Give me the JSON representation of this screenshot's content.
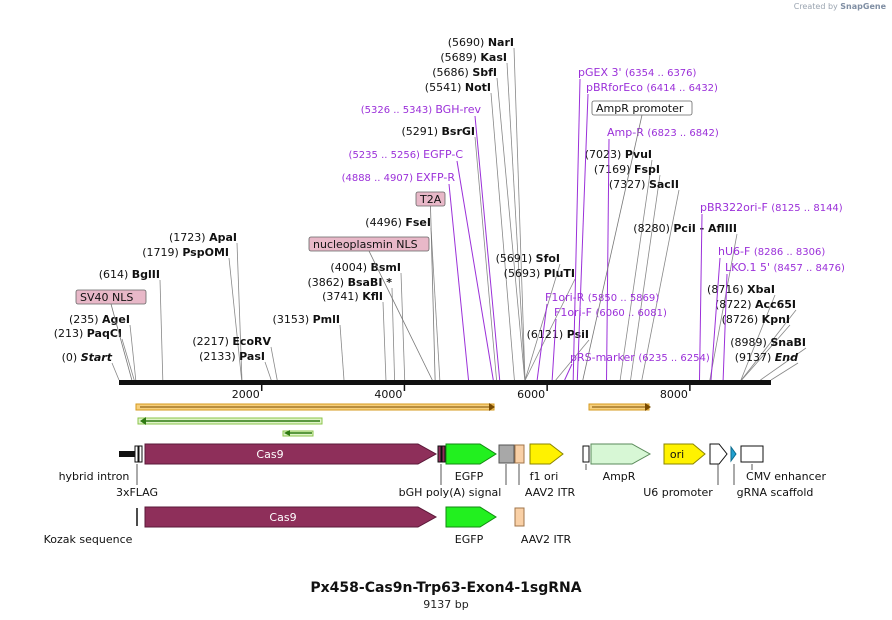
{
  "watermark": {
    "created_by": "Created by",
    "brand": "SnapGene"
  },
  "plasmid": {
    "name": "Px458-Cas9n-Trp63-Exon4-1sgRNA",
    "length_label": "9137 bp",
    "length": 9137
  },
  "colors": {
    "black": "#111111",
    "purple": "#9b30d9",
    "cas9": "#8e2f5a",
    "egfp": "#22f01f",
    "ori": "#fff200",
    "ampr": "#d7f7d5",
    "itr": "#f9d0a6",
    "gray": "#a8a8a8",
    "primer_orange": "#f0b030",
    "primer_green": "#2e8b1e",
    "teal": "#20a0d0"
  },
  "ruler": {
    "ticks": [
      2000,
      4000,
      6000,
      8000
    ]
  },
  "sites": [
    {
      "pos": "(0)",
      "name": "Start",
      "bp": 0,
      "italic": true
    },
    {
      "pos": "(213)",
      "name": "PaqCI",
      "bp": 213
    },
    {
      "pos": "(235)",
      "name": "AgeI",
      "bp": 235
    },
    {
      "pos": "(614)",
      "name": "BglII",
      "bp": 614
    },
    {
      "pos": "(1719)",
      "name": "PspOMI",
      "bp": 1719
    },
    {
      "pos": "(1723)",
      "name": "ApaI",
      "bp": 1723
    },
    {
      "pos": "(2133)",
      "name": "PasI",
      "bp": 2133
    },
    {
      "pos": "(2217)",
      "name": "EcoRV",
      "bp": 2217
    },
    {
      "pos": "(3153)",
      "name": "PmlI",
      "bp": 3153
    },
    {
      "pos": "(3741)",
      "name": "KflI",
      "bp": 3741
    },
    {
      "pos": "(3862)",
      "name": "BsaBI *",
      "bp": 3862
    },
    {
      "pos": "(4004)",
      "name": "BsmI",
      "bp": 4004
    },
    {
      "pos": "(4496)",
      "name": "FseI",
      "bp": 4496
    },
    {
      "pos": "(5291)",
      "name": "BsrGI",
      "bp": 5291
    },
    {
      "pos": "(5541)",
      "name": "NotI",
      "bp": 5541
    },
    {
      "pos": "(5686)",
      "name": "SbfI",
      "bp": 5686
    },
    {
      "pos": "(5689)",
      "name": "KasI",
      "bp": 5689
    },
    {
      "pos": "(5690)",
      "name": "NarI",
      "bp": 5690
    },
    {
      "pos": "(5691)",
      "name": "SfoI",
      "bp": 5691
    },
    {
      "pos": "(5693)",
      "name": "PluTI",
      "bp": 5693
    },
    {
      "pos": "(6121)",
      "name": "PsiI",
      "bp": 6121
    },
    {
      "pos": "(7023)",
      "name": "PvuI",
      "bp": 7023
    },
    {
      "pos": "(7169)",
      "name": "FspI",
      "bp": 7169
    },
    {
      "pos": "(7327)",
      "name": "SacII",
      "bp": 7327
    },
    {
      "pos": "(8280)",
      "name": "PciI - AflIII",
      "bp": 8280
    },
    {
      "pos": "(8716)",
      "name": "XbaI",
      "bp": 8716
    },
    {
      "pos": "(8722)",
      "name": "Acc65I",
      "bp": 8722
    },
    {
      "pos": "(8726)",
      "name": "KpnI",
      "bp": 8726
    },
    {
      "pos": "(8989)",
      "name": "SnaBI",
      "bp": 8989
    },
    {
      "pos": "(9137)",
      "name": "End",
      "bp": 9137,
      "italic": true
    }
  ],
  "primers": [
    {
      "name": "BGH-rev",
      "range": "(5326 .. 5343)",
      "bp": 5335
    },
    {
      "name": "EGFP-C",
      "range": "(5235 .. 5256)",
      "bp": 5245
    },
    {
      "name": "EXFP-R",
      "range": "(4888 .. 4907)",
      "bp": 4898
    },
    {
      "name": "pGEX 3'",
      "range": "(6354 .. 6376)",
      "bp": 6365
    },
    {
      "name": "pBRforEco",
      "range": "(6414 .. 6432)",
      "bp": 6423
    },
    {
      "name": "Amp-R",
      "range": "(6823 .. 6842)",
      "bp": 6832
    },
    {
      "name": "F1ori-R",
      "range": "(5850 .. 5869)",
      "bp": 5860
    },
    {
      "name": "F1ori-F",
      "range": "(6060 .. 6081)",
      "bp": 6070
    },
    {
      "name": "pRS-marker",
      "range": "(6235 .. 6254)",
      "bp": 6245
    },
    {
      "name": "pBR322ori-F",
      "range": "(8125 .. 8144)",
      "bp": 8135
    },
    {
      "name": "hU6-F",
      "range": "(8286 .. 8306)",
      "bp": 8296
    },
    {
      "name": "LKO.1 5'",
      "range": "(8457 .. 8476)",
      "bp": 8466
    }
  ],
  "boxed_features": [
    {
      "name": "SV40 NLS",
      "bp": 180
    },
    {
      "name": "T2A",
      "bp": 4430
    },
    {
      "name": "nucleoplasmin NLS",
      "bp": 4390
    },
    {
      "name": "AmpR promoter",
      "bp": 6500
    }
  ],
  "feature_labels": {
    "cas9": "Cas9",
    "hybrid_intron": "hybrid intron",
    "flag": "3xFLAG",
    "egfp": "EGFP",
    "bgh": "bGH poly(A) signal",
    "f1ori": "f1 ori",
    "aav2_itr": "AAV2 ITR",
    "ampr": "AmpR",
    "u6_promoter": "U6 promoter",
    "ori": "ori",
    "cmv_enhancer": "CMV enhancer",
    "grna_scaffold": "gRNA scaffold",
    "kozak": "Kozak sequence",
    "cas9_orf": "Cas9",
    "egfp_orf": "EGFP",
    "aav2_itr_2": "AAV2 ITR"
  }
}
